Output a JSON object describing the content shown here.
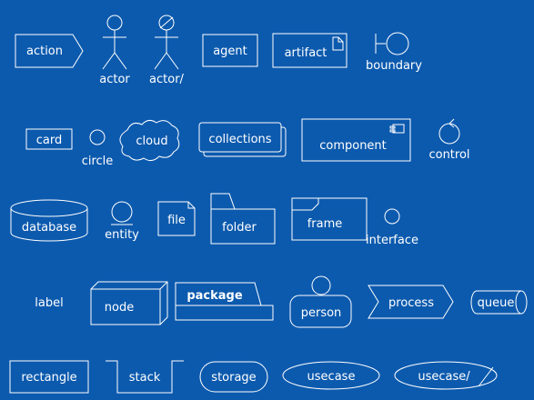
{
  "diagram": {
    "colors": {
      "background": "#0c5aae",
      "stroke": "#ffffff",
      "text": "#ffffff"
    },
    "labels": {
      "action": "action",
      "actor": "actor",
      "actor_slash": "actor/",
      "agent": "agent",
      "artifact": "artifact",
      "boundary": "boundary",
      "card": "card",
      "circle": "circle",
      "cloud": "cloud",
      "collections": "collections",
      "component": "component",
      "control": "control",
      "database": "database",
      "entity": "entity",
      "file": "file",
      "folder": "folder",
      "frame": "frame",
      "interface": "interface",
      "label": "label",
      "node": "node",
      "package": "package",
      "person": "person",
      "process": "process",
      "queue": "queue",
      "rectangle": "rectangle",
      "stack": "stack",
      "storage": "storage",
      "usecase": "usecase",
      "usecase_slash": "usecase/"
    }
  }
}
